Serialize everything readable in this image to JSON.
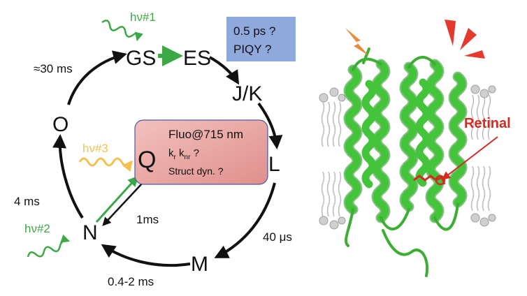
{
  "cycle": {
    "states": {
      "gs": "GS",
      "es": "ES",
      "jk": "J/K",
      "l": "L",
      "m": "M",
      "n": "N",
      "o": "O",
      "q": "Q"
    },
    "timescales": {
      "o_to_gs": "≈30 ms",
      "l_to_m": "40 μs",
      "m_to_n": "0.4-2 ms",
      "n_to_o": "4 ms",
      "q_to_n": "1ms"
    },
    "photons": {
      "hv1": "hν#1",
      "hv2": "hν#2",
      "hv3": "hν#3"
    },
    "blue_box": {
      "line1": "0.5 ps ?",
      "line2": "PIQY ?"
    },
    "pink_box": {
      "line1": "Fluo@715 nm",
      "line2_k": "k",
      "line2_r": "r",
      "line2_k2": " k",
      "line2_nr": "nr",
      "line2_q": " ?",
      "line3": "Struct dyn. ?"
    }
  },
  "protein": {
    "label": "Retinal"
  },
  "colors": {
    "green": "#3aa845",
    "yellow": "#f2c14e",
    "blue_box": "#8fa9dc",
    "pink_box": "#e8a3a0",
    "protein": "#44c43a",
    "retinal": "#d42a22",
    "lightning": "#e98a3c",
    "membrane": "#bdbdbd"
  }
}
